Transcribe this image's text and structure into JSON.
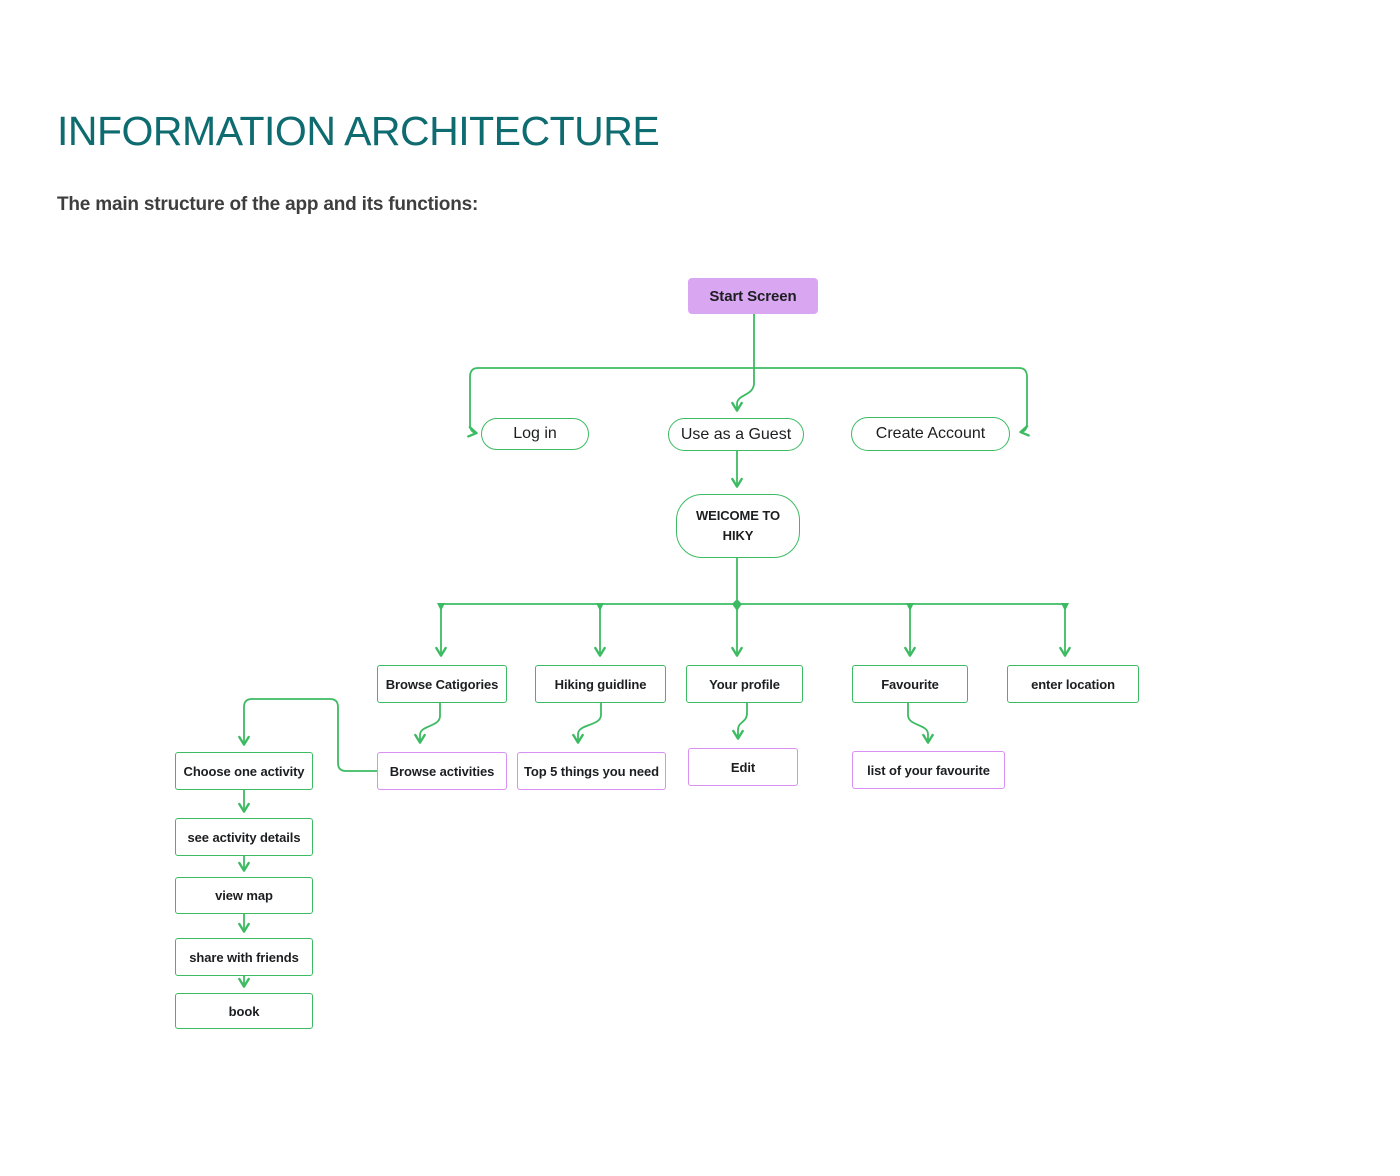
{
  "header": {
    "title": "INFORMATION ARCHITECTURE",
    "subtitle": "The main structure of the app and its functions:"
  },
  "colors": {
    "green": "#3cbb62",
    "purple_fill": "#d9a6f2",
    "purple_border": "#da8ff2",
    "title_color": "#0e6b70",
    "subtitle_color": "#3e3e3e",
    "node_text": "#1d1e20"
  },
  "diagram": {
    "nodes": {
      "start_screen": {
        "label": "Start Screen",
        "style": "purple-filled"
      },
      "log_in": {
        "label": "Log in",
        "style": "green-pill"
      },
      "use_as_a_guest": {
        "label": "Use as a Guest",
        "style": "green-pill"
      },
      "create_account": {
        "label": "Create Account",
        "style": "green-pill"
      },
      "welcome": {
        "label": "WEICOME TO HIKY",
        "style": "green-rounded"
      },
      "browse_catigories": {
        "label": "Browse Catigories",
        "style": "green-rect"
      },
      "hiking_guidline": {
        "label": "Hiking guidline",
        "style": "green-rect"
      },
      "your_profile": {
        "label": "Your profile",
        "style": "green-rect"
      },
      "favourite": {
        "label": "Favourite",
        "style": "green-rect"
      },
      "enter_location": {
        "label": "enter location",
        "style": "green-rect"
      },
      "browse_activities": {
        "label": "Browse activities",
        "style": "purple-rect"
      },
      "top_5_things_you_need": {
        "label": "Top 5 things you need",
        "style": "purple-rect"
      },
      "edit": {
        "label": "Edit",
        "style": "purple-rect"
      },
      "list_of_your_favourite": {
        "label": "list of your favourite",
        "style": "purple-rect"
      },
      "choose_one_activity": {
        "label": "Choose one activity",
        "style": "green-rect"
      },
      "see_activity_details": {
        "label": "see activity details",
        "style": "green-rect"
      },
      "view_map": {
        "label": "view map",
        "style": "green-rect"
      },
      "share_with_friends": {
        "label": "share with friends",
        "style": "green-rect"
      },
      "book": {
        "label": "book",
        "style": "green-rect"
      }
    },
    "edges": [
      {
        "from": "start_screen",
        "to": "log_in"
      },
      {
        "from": "start_screen",
        "to": "use_as_a_guest"
      },
      {
        "from": "start_screen",
        "to": "create_account"
      },
      {
        "from": "use_as_a_guest",
        "to": "welcome"
      },
      {
        "from": "welcome",
        "to": "browse_catigories"
      },
      {
        "from": "welcome",
        "to": "hiking_guidline"
      },
      {
        "from": "welcome",
        "to": "your_profile"
      },
      {
        "from": "welcome",
        "to": "favourite"
      },
      {
        "from": "welcome",
        "to": "enter_location"
      },
      {
        "from": "browse_catigories",
        "to": "browse_activities"
      },
      {
        "from": "hiking_guidline",
        "to": "top_5_things_you_need"
      },
      {
        "from": "your_profile",
        "to": "edit"
      },
      {
        "from": "favourite",
        "to": "list_of_your_favourite"
      },
      {
        "from": "browse_activities",
        "to": "choose_one_activity"
      },
      {
        "from": "choose_one_activity",
        "to": "see_activity_details"
      },
      {
        "from": "see_activity_details",
        "to": "view_map"
      },
      {
        "from": "view_map",
        "to": "share_with_friends"
      },
      {
        "from": "share_with_friends",
        "to": "book"
      }
    ]
  }
}
